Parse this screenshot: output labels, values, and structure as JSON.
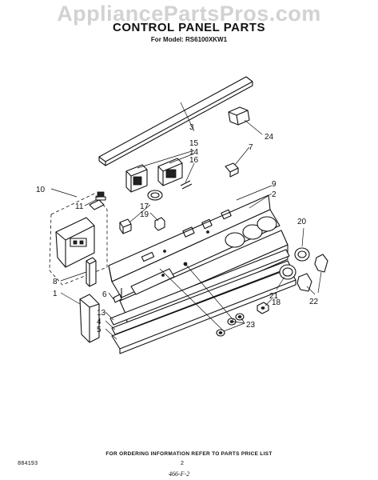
{
  "watermark": "AppliancePartsPros.com",
  "title": "CONTROL PANEL PARTS",
  "model": "For Model: RS6100XKW1",
  "footer": {
    "ordering_note": "FOR ORDERING INFORMATION REFER TO PARTS PRICE LIST",
    "drawing_id": "884193",
    "page": "2",
    "code": "466-F-2"
  },
  "callouts": {
    "c1": "1",
    "c2": "2",
    "c3": "3",
    "c4": "4",
    "c5": "5",
    "c6": "6",
    "c7": "7",
    "c8": "8",
    "c9": "9",
    "c10": "10",
    "c11": "11",
    "c13": "13",
    "c14": "14",
    "c15": "15",
    "c16": "16",
    "c17": "17",
    "c18": "18",
    "c19": "19",
    "c20": "20",
    "c21": "21",
    "c22": "22",
    "c23": "23",
    "c24": "24"
  }
}
